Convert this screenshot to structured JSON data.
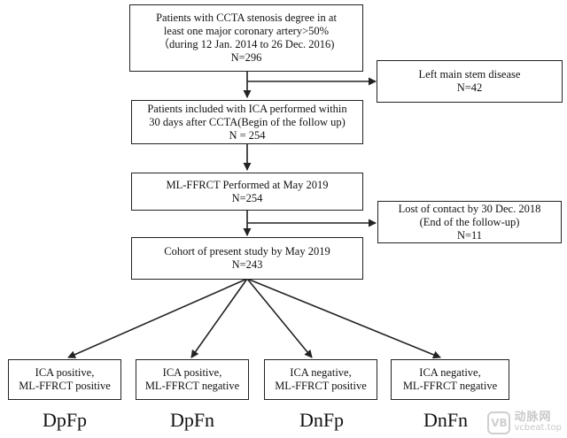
{
  "boxes": {
    "initial": {
      "line1": "Patients with CCTA stenosis degree in at",
      "line2": "least one major coronary artery>50%",
      "line3": "（during 12 Jan. 2014 to 26 Dec. 2016)",
      "line4": "N=296"
    },
    "excluded_left_main": {
      "line1": "Left main stem disease",
      "line2": "N=42"
    },
    "ica_included": {
      "line1": "Patients included with ICA performed within",
      "line2": "30 days after CCTA(Begin of the follow up)",
      "line3": "N = 254"
    },
    "ml_ffrct": {
      "line1": "ML-FFRCT Performed at May 2019",
      "line2": "N=254"
    },
    "lost_contact": {
      "line1": "Lost of contact by 30 Dec. 2018",
      "line2": "(End of the follow-up)",
      "line3": "N=11"
    },
    "cohort": {
      "line1": "Cohort of present study by May 2019",
      "line2": "N=243"
    },
    "groups": [
      {
        "line1": "ICA positive,",
        "line2": "ML-FFRCT positive",
        "label": "DpFp"
      },
      {
        "line1": "ICA positive,",
        "line2": "ML-FFRCT negative",
        "label": "DpFn"
      },
      {
        "line1": "ICA negative,",
        "line2": "ML-FFRCT positive",
        "label": "DnFp"
      },
      {
        "line1": "ICA negative,",
        "line2": "ML-FFRCT negative",
        "label": "DnFn"
      }
    ]
  },
  "watermark": {
    "logo_text": "VB",
    "name": "动脉网",
    "url": "vcbeat.top"
  }
}
